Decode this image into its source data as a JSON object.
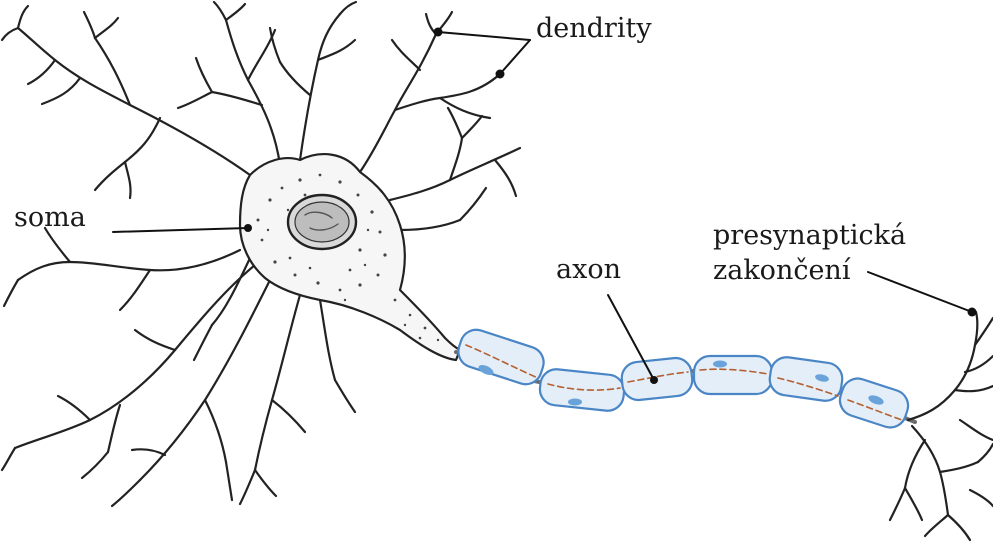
{
  "labels": {
    "dendrity": "dendrity",
    "soma": "soma",
    "axon": "axon",
    "presynaptic_line1": "presynaptická",
    "presynaptic_line2": "zakončení"
  },
  "colors": {
    "ink": "#1a1a1a",
    "myelin_fill": "#e3eef9",
    "myelin_stroke": "#4a86c5",
    "axon_core": "#b5602e",
    "background": "#ffffff"
  }
}
